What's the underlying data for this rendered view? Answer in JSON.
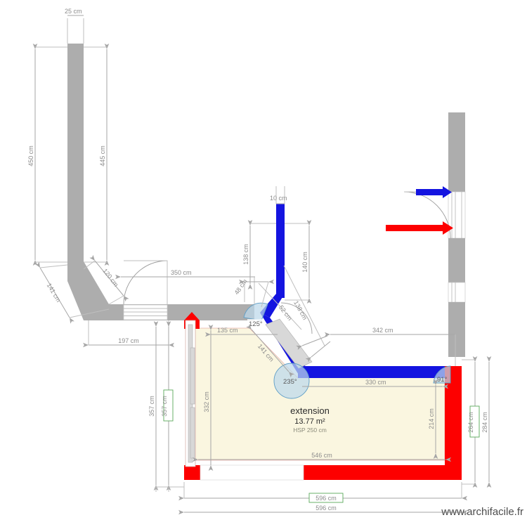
{
  "document": {
    "type": "floor-plan",
    "watermark": "www.archifacile.fr"
  },
  "room": {
    "name": "extension",
    "area": "13.77 m²",
    "height_label": "HSP 250 cm"
  },
  "dimensions": {
    "top_wall_thickness": "25 cm",
    "left_outer": "450 cm",
    "left_inner": "445 cm",
    "diagonal_wall": "141 cm",
    "door_left_offset": "120 cm",
    "top_horizontal": "350 cm",
    "lower_left_offset": "197 cm",
    "blue_wall_thickness": "10 cm",
    "blue_vertical_inner": "138 cm",
    "blue_vertical_outer": "140 cm",
    "blue_short_a": "48 cm",
    "blue_diag_a": "52 cm",
    "blue_diag_b": "138 cm",
    "room_left_offset": "135 cm",
    "diag_inner": "141 cm",
    "right_top": "342 cm",
    "room_top_inner": "330 cm",
    "left_outer_lower": "357 cm",
    "left_highlight": "357 cm",
    "room_left_height": "332 cm",
    "right_inner_height": "214 cm",
    "right_highlight": "264 cm",
    "right_outer_height": "284 cm",
    "room_bottom_inner": "546 cm",
    "bottom_highlight": "596 cm",
    "bottom_outer": "596 cm"
  },
  "angles": {
    "a1": "125°",
    "a2": "235°",
    "a3": "91°"
  },
  "colors": {
    "wall_grey": "#adadad",
    "wall_red": "#fd0000",
    "wall_blue": "#1414e0",
    "room_fill": "#faf6e0",
    "dimension": "#a6a6a6",
    "highlight_green": "#5aa85a",
    "angle_highlight": "#bcd8ea"
  },
  "markers": {
    "blue_arrow": "blue-direction-arrow",
    "red_arrow": "red-direction-arrow"
  }
}
